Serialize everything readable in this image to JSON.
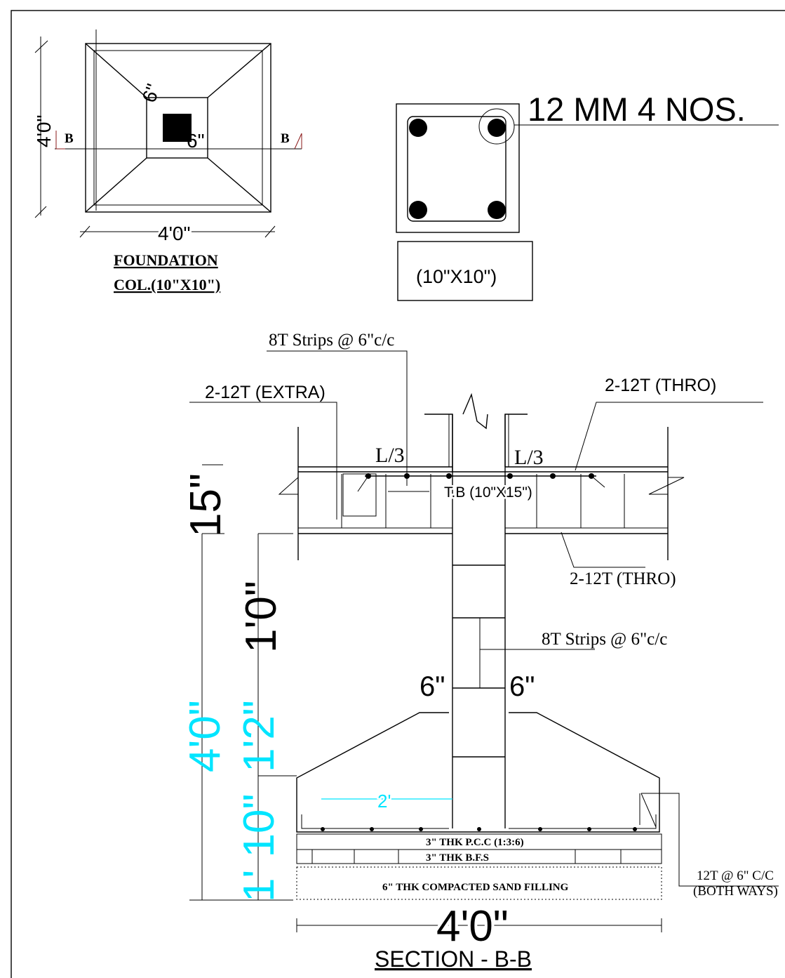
{
  "colors": {
    "line": "#000000",
    "cyan": "#00e5ff",
    "marker": "#8b1a1a"
  },
  "plan": {
    "dim_height": "4'0\"",
    "dim_width": "4'0\"",
    "dim_col_top": "6\"",
    "dim_col_side": "6\"",
    "section_left": "B",
    "section_right": "B",
    "title_line1": "FOUNDATION",
    "title_line2": "COL.(10\"X10\")"
  },
  "column": {
    "bars_label": "12 MM 4 NOS.",
    "size_label": "(10\"X10\")"
  },
  "section": {
    "strips_top": "8T Strips @ 6\"c/c",
    "extra_bars": "2-12T (EXTRA)",
    "thro_top": "2-12T (THRO)",
    "l3_left": "L/3",
    "l3_right": "L/3",
    "tie_beam": "T.B (10\"X15\")",
    "thro_bottom": "2-12T (THRO)",
    "strips_mid": "8T Strips @ 6\"c/c",
    "dim_15": "15\"",
    "dim_1_0": "1'0\"",
    "dim_6_left": "6\"",
    "dim_6_right": "6\"",
    "dim_4_0_cyan": "4'0\"",
    "dim_1_2_cyan": "1'2\"",
    "dim_1_10_cyan": "1' 10\"",
    "dim_2_cyan": "2'",
    "pcc_label": "3\" THK P.C.C (1:3:6)",
    "bfs_label": "3\" THK B.F.S",
    "sand_label": "6\" THK COMPACTED SAND FILLING",
    "mesh_line1": "12T @ 6\" C/C",
    "mesh_line2": "(BOTH WAYS)",
    "dim_width": "4'0\"",
    "title": "SECTION - B-B"
  }
}
